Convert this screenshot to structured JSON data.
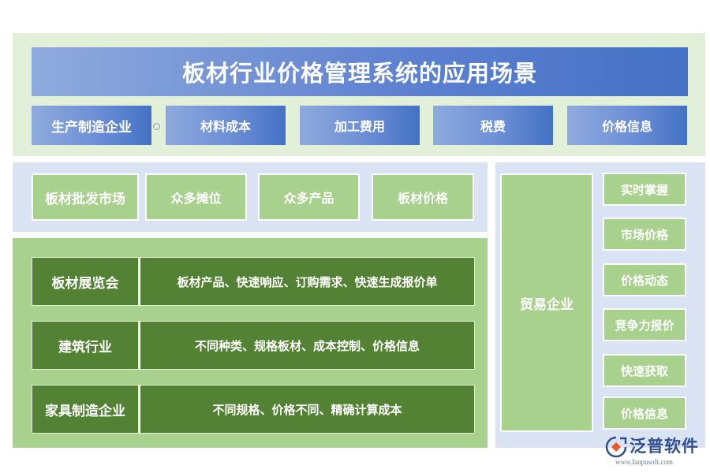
{
  "title": "板材行业价格管理系统的应用场景",
  "top_row": [
    "生产制造企业",
    "材料成本",
    "加工费用",
    "税费",
    "价格信息"
  ],
  "market_row": [
    "板材批发市场",
    "众多摊位",
    "众多产品",
    "板材价格"
  ],
  "industry_rows": [
    {
      "label": "板材展览会",
      "desc": "板材产品、快速响应、订购需求、快速生成报价单"
    },
    {
      "label": "建筑行业",
      "desc": "不同种类、规格板材、成本控制、价格信息"
    },
    {
      "label": "家具制造企业",
      "desc": "不同规格、价格不同、精确计算成本"
    }
  ],
  "trade": {
    "main": "贸易企业",
    "items": [
      "实时掌握",
      "市场价格",
      "价格动态",
      "竞争力报价",
      "快速获取",
      "价格信息"
    ]
  },
  "logo": {
    "name": "泛普软件",
    "url": "www.fanpusoft.com"
  },
  "colors": {
    "title_blue": "#4472c4",
    "light_blue": "#8faadc",
    "dark_green": "#548235",
    "light_green": "#a9d18e",
    "pale_green": "#e2f0d9",
    "pale_blue": "#dae3f3"
  }
}
